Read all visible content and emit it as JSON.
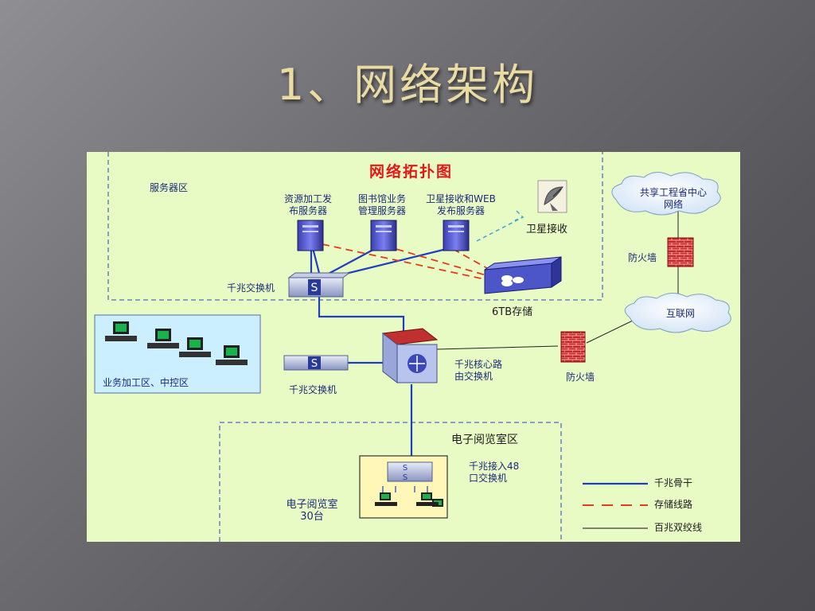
{
  "slide": {
    "title": "1、网络架构"
  },
  "diagram": {
    "title": "网络拓扑图",
    "zones": {
      "server_zone": "服务器区",
      "business_zone": "业务加工区、中控区",
      "reading_zone": "电子阅览室区"
    },
    "servers": [
      {
        "label_line1": "资源加工发",
        "label_line2": "布服务器"
      },
      {
        "label_line1": "图书馆业务",
        "label_line2": "管理服务器"
      },
      {
        "label_line1": "卫星接收和WEB",
        "label_line2": "发布服务器"
      }
    ],
    "satellite": "卫星接收",
    "storage": "6TB存储",
    "server_switch": "千兆交换机",
    "business_switch": "千兆交换机",
    "core_router": {
      "line1": "千兆核心路",
      "line2": "由交换机"
    },
    "firewall_right": "防火墙",
    "firewall_top": "防火墙",
    "cloud_top": {
      "line1": "共享工程省中心",
      "line2": "网络"
    },
    "cloud_internet": "互联网",
    "access_switch": {
      "line1": "千兆接入48",
      "line2": "口交换机"
    },
    "reading_room": {
      "line1": "电子阅览室",
      "line2": "30台"
    },
    "legend": [
      {
        "label": "千兆骨干",
        "color": "#1f3fbf"
      },
      {
        "label": "存储线路",
        "color": "#e23c1c"
      },
      {
        "label": "百兆双绞线",
        "color": "#111111"
      }
    ],
    "colors": {
      "background": "#e9fbc4",
      "title": "#e01818",
      "label": "#1b2a78",
      "zone_border": "#6b82b8"
    }
  }
}
